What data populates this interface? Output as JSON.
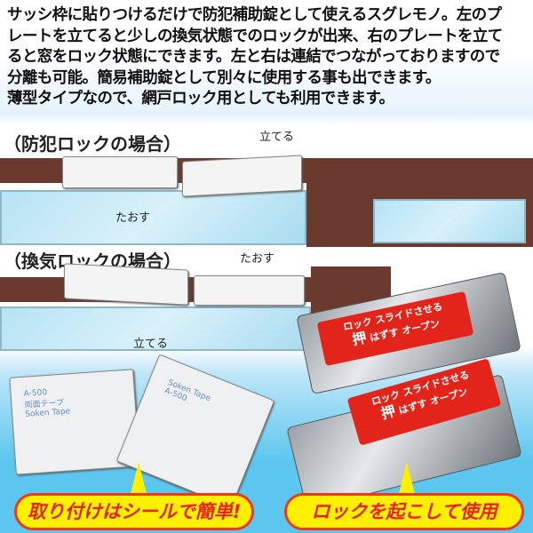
{
  "intro_lines": [
    "サッシ枠に貼りつけるだけで防犯補助錠として使えるスグレモノ。左のプ",
    "レートを立てると少しの換気状態でのロックが出来、右のプレートを立て",
    "ると窓をロック状態にできます。左と右は連結でつながっておりますので",
    "分離も可能。簡易補助錠として別々に使用する事も出できます。",
    "薄型タイプなので、網戸ロック用としても利用できます。"
  ],
  "section1": {
    "heading": "（防犯ロックの場合）",
    "label_up": "立てる",
    "label_down": "たおす"
  },
  "section2": {
    "heading": "（換気ロックの場合）",
    "label_up": "立てる",
    "label_down": "たおす"
  },
  "product": {
    "tape_label": "両面テープ",
    "brand": "Soken Tape",
    "model": "A-500",
    "lock": "ロック",
    "slide": "スライドさせる",
    "push": "押",
    "release": "はずす",
    "open": "オープン"
  },
  "callouts": {
    "left": "取り付けはシールで簡単!",
    "right": "ロックを起こして使用"
  }
}
